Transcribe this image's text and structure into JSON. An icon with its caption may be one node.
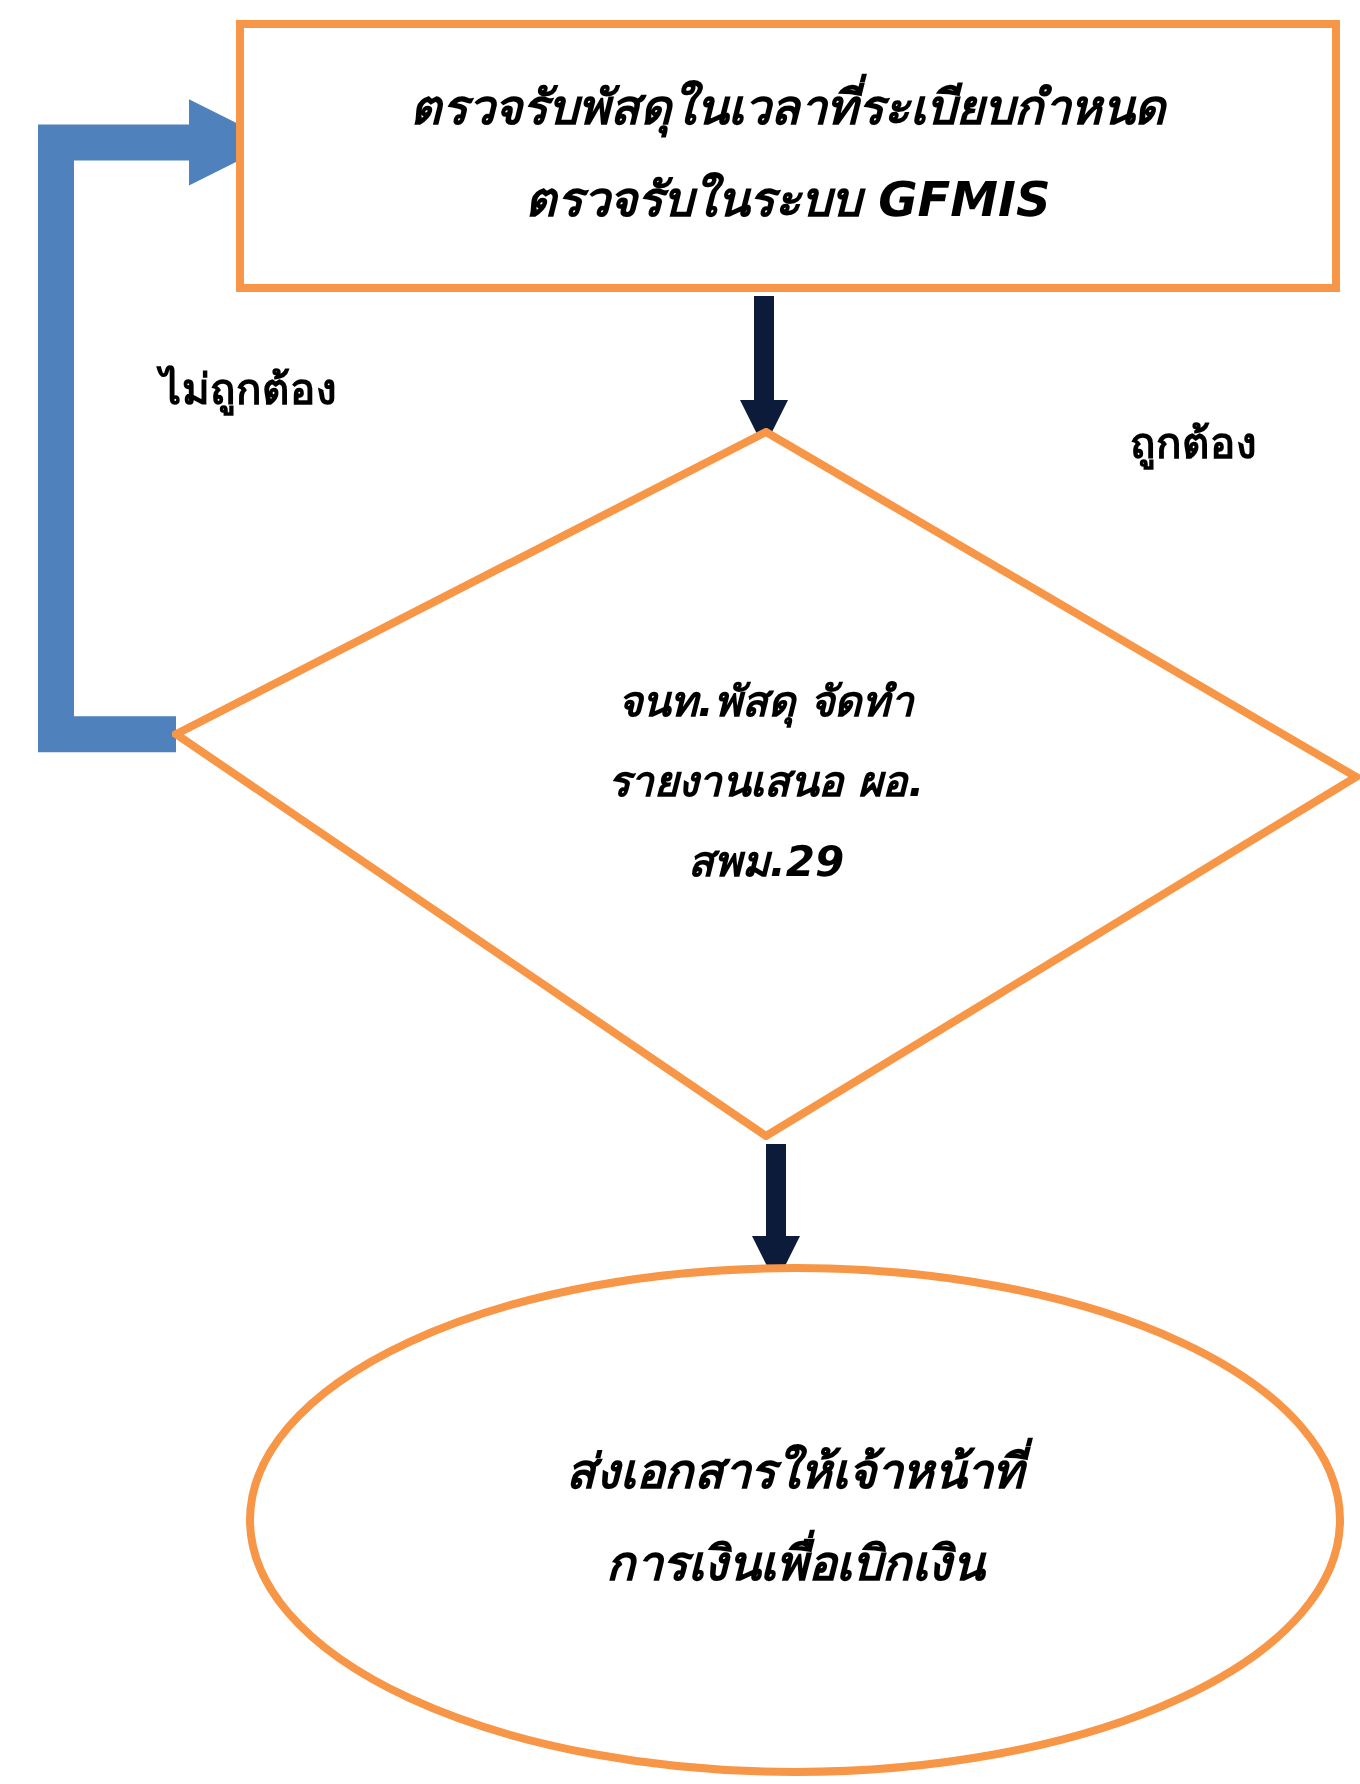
{
  "diagram": {
    "nodes": [
      {
        "text": [
          "ตรวจรับพัสดุในเวลาที่ระเบียบกำหนด",
          "ตรวจรับในระบบ GFMIS"
        ]
      },
      {
        "text": [
          "จนท.พัสดุ จัดทำ รายงานเสนอ ผอ. สพม.29"
        ]
      },
      {
        "text": [
          "ส่งเอกสารให้เจ้าหน้าที่ การเงินเพื่อเบิกเงิน"
        ]
      }
    ],
    "edges": [
      {
        "from": 0,
        "to": 1,
        "arrow": "to"
      },
      {
        "from": 1,
        "to": 2,
        "arrow": "to"
      },
      {
        "from": 1,
        "to": 0,
        "arrow": "to",
        "style": "thick",
        "color": "#4f81bd",
        "label": "ไม่ถูกต้อง"
      }
    ],
    "labels": [
      "ถูกต้อง"
    ]
  }
}
